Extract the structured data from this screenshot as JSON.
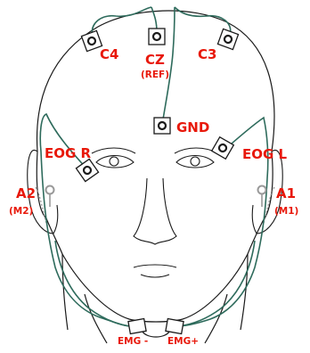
{
  "colors": {
    "label": "#e8180a",
    "outline": "#1a1a1a",
    "wire": "#2e6b5c",
    "electrode_fill": "#ffffff"
  },
  "labels": {
    "c4": "C4",
    "cz": "CZ",
    "cz_ref": "(REF)",
    "c3": "C3",
    "gnd": "GND",
    "eog_r": "EOG R",
    "eog_l": "EOG L",
    "a2": "A2",
    "a2_alt": "(M2)",
    "a1": "A1",
    "a1_alt": "(M1)",
    "emg_minus": "EMG -",
    "emg_plus": "EMG+"
  },
  "icons": {
    "electrode": "electrode-pad-icon",
    "ear_clip": "ear-electrode-icon"
  }
}
